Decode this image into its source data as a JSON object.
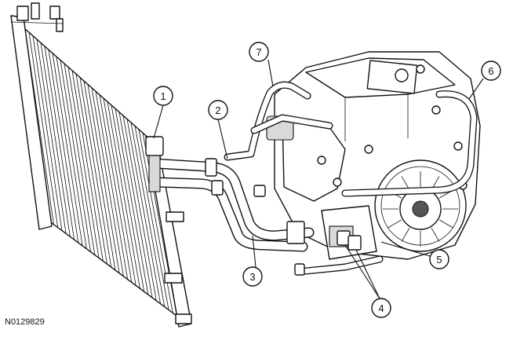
{
  "figure_id": "N0129829",
  "callouts": [
    {
      "label": "1"
    },
    {
      "label": "2"
    },
    {
      "label": "3"
    },
    {
      "label": "4"
    },
    {
      "label": "5"
    },
    {
      "label": "6"
    },
    {
      "label": "7"
    }
  ],
  "colors": {
    "line": "#111111",
    "fill": "#ffffff",
    "shade": "#d9d9d9"
  }
}
